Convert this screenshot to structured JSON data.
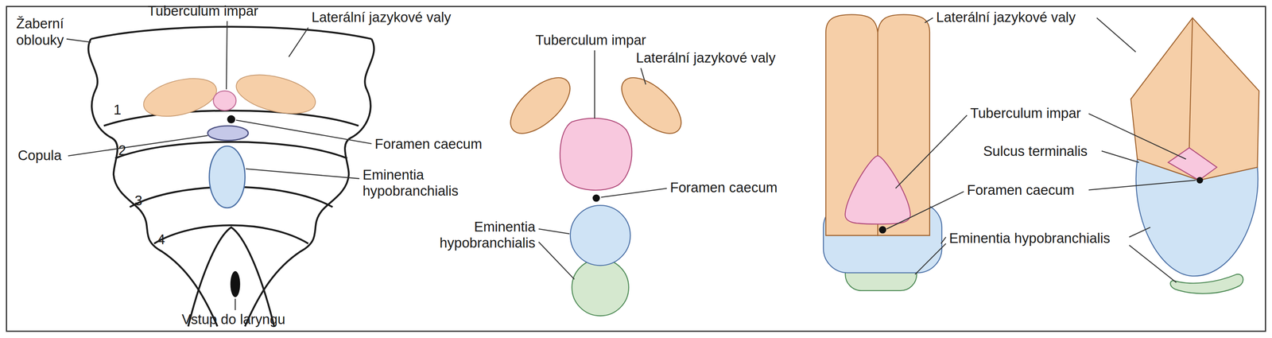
{
  "diagram": {
    "labels": [
      "Tuberculum impar",
      "Laterální jazykové valy",
      "Žaberní oblouky",
      "1",
      "2",
      "3",
      "4",
      "Copula",
      "Foramen caecum",
      "Eminentia hypobranchialis",
      "Vstup do laryngu",
      "Tuberculum impar",
      "Laterální jazykové valy",
      "Foramen caecum",
      "Eminentia hypobranchialis",
      "Laterální jazykové valy",
      "Tuberculum impar",
      "Sulcus terminalis",
      "Foramen caecum",
      "Eminentia hypobranchialis"
    ]
  }
}
